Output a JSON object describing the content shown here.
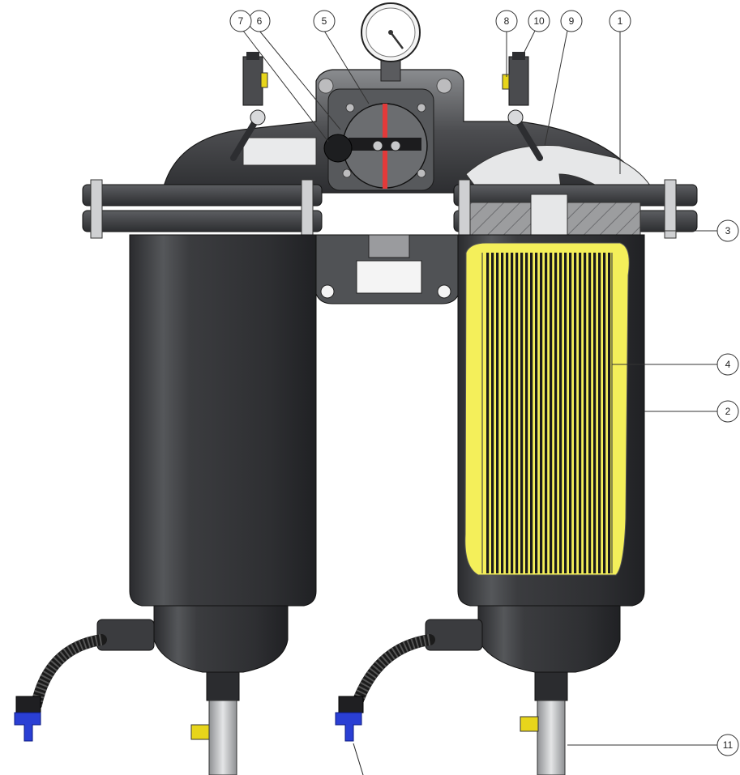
{
  "callouts": [
    {
      "id": "c1",
      "label": "1"
    },
    {
      "id": "c2",
      "label": "2"
    },
    {
      "id": "c3",
      "label": "3"
    },
    {
      "id": "c4",
      "label": "4"
    },
    {
      "id": "c5",
      "label": "5"
    },
    {
      "id": "c6",
      "label": "6"
    },
    {
      "id": "c7",
      "label": "7"
    },
    {
      "id": "c8",
      "label": "8"
    },
    {
      "id": "c9",
      "label": "9"
    },
    {
      "id": "c10",
      "label": "10"
    },
    {
      "id": "c11",
      "label": "11"
    }
  ],
  "colors": {
    "bowl": "#3a3b3e",
    "bowl_highlight": "#6f7174",
    "head": "#4a4b4e",
    "element_yellow": "#f4ef5a",
    "pleat_dark": "#1b1b1b",
    "drain_blue": "#2a3fd4",
    "sensor_yellow": "#e7d51b",
    "indicator_red": "#e23a3a",
    "steel": "#c8c9cb"
  }
}
